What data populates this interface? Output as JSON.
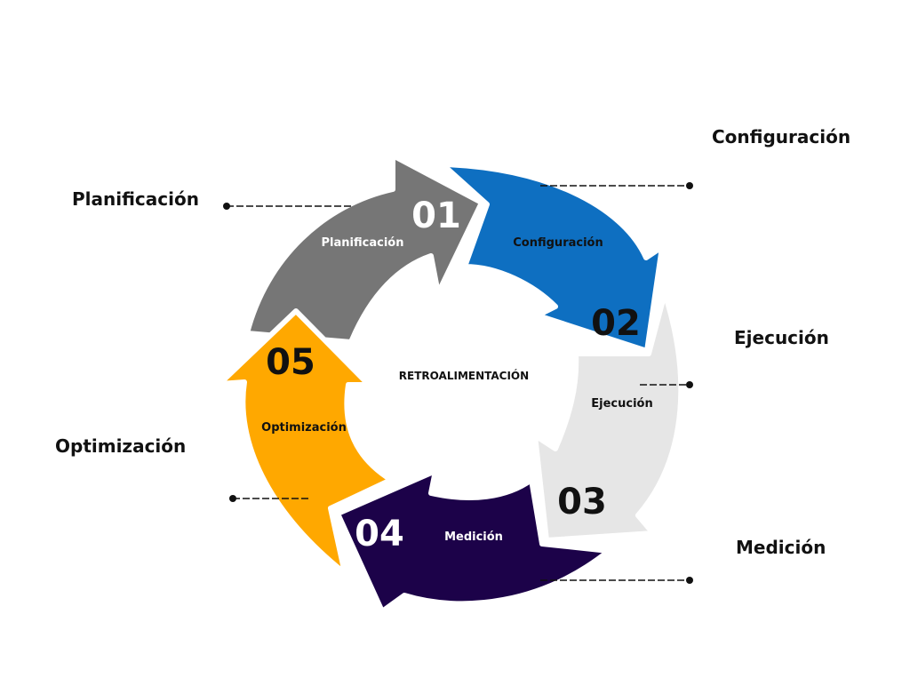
{
  "center_label": "RETROALIMENTACIÓN",
  "steps": [
    {
      "number": "01",
      "label": "Planificación",
      "side_label": "Planificación",
      "color": "#767676",
      "number_color": "#ffffff",
      "text_color": "#ffffff"
    },
    {
      "number": "02",
      "label": "Configuración",
      "side_label": "Configuración",
      "color": "#0e6fc1",
      "number_color": "#111111",
      "text_color": "#111111"
    },
    {
      "number": "03",
      "label": "Ejecución",
      "side_label": "Ejecución",
      "color": "#e6e6e6",
      "number_color": "#111111",
      "text_color": "#111111"
    },
    {
      "number": "04",
      "label": "Medición",
      "side_label": "Medición",
      "color": "#1c0249",
      "number_color": "#ffffff",
      "text_color": "#ffffff"
    },
    {
      "number": "05",
      "label": "Optimización",
      "side_label": "Optimización",
      "color": "#ffa800",
      "number_color": "#111111",
      "text_color": "#111111"
    }
  ]
}
